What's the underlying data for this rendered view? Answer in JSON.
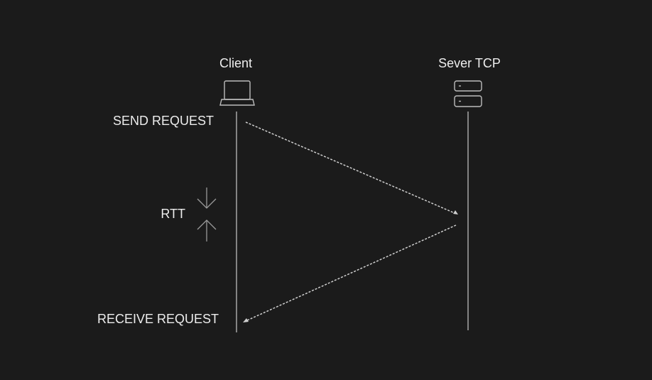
{
  "participants": {
    "client": {
      "label": "Client",
      "icon": "laptop-icon"
    },
    "server": {
      "label": "Sever TCP",
      "icon": "server-icon"
    }
  },
  "events": {
    "send": "SEND REQUEST",
    "rtt": "RTT",
    "receive": "RECEIVE REQUEST"
  },
  "colors": {
    "background": "#1b1b1b",
    "text": "#ededed",
    "line": "#bdbdbd",
    "arrow": "#cfcfcf"
  }
}
